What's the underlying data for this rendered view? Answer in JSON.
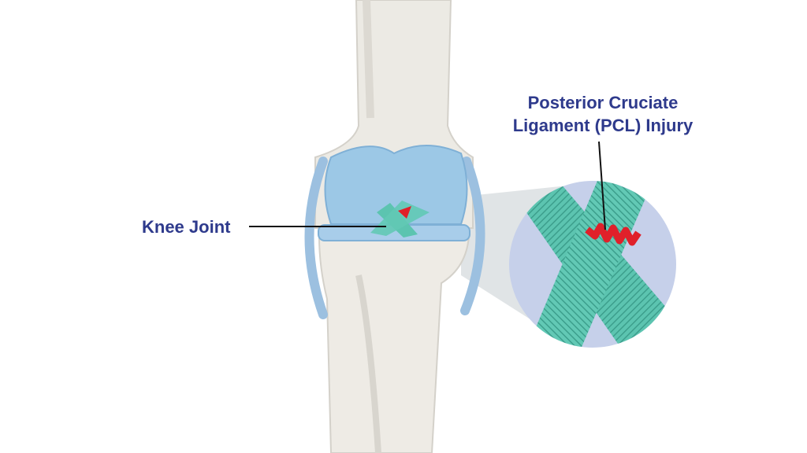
{
  "labels": {
    "knee_joint": "Knee Joint",
    "pcl_line1": "Posterior Cruciate",
    "pcl_line2": "Ligament (PCL) Injury"
  },
  "colors": {
    "label": "#2e3a8c",
    "bone": "#eceae4",
    "cartilage": "#9cc8e6",
    "ligament": "#5cc4b0",
    "injury": "#e0202a",
    "zoom_circle": "#c6d0ea"
  }
}
